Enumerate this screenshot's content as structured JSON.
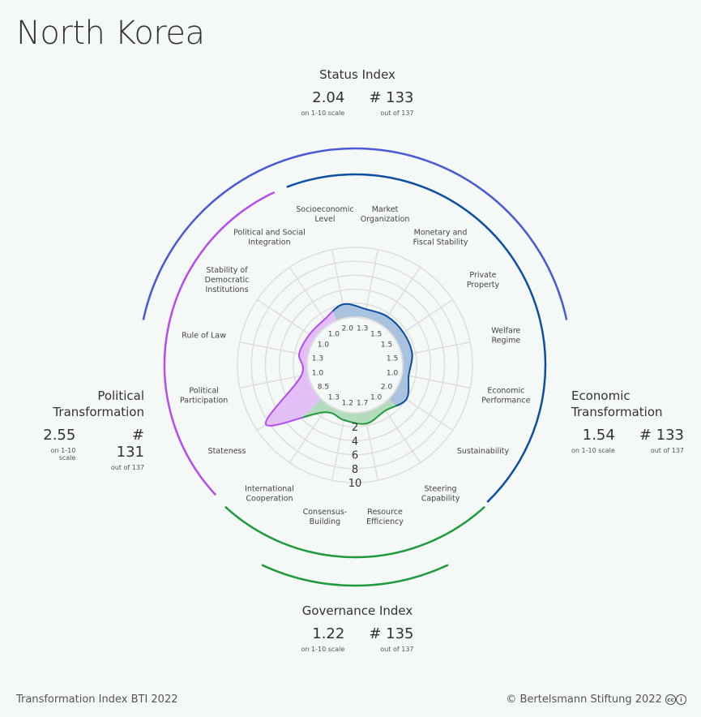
{
  "title": "North Korea",
  "status_index": {
    "name": "Status Index",
    "score": "2.04",
    "scale": "on 1-10 scale",
    "rank": "# 133",
    "out_of": "out of 137"
  },
  "political": {
    "name_lines": [
      "Political",
      "Transformation"
    ],
    "score": "2.55",
    "scale": "on 1-10 scale",
    "rank": "# 131",
    "out_of": "out of 137"
  },
  "economic": {
    "name_lines": [
      "Economic",
      "Transformation"
    ],
    "score": "1.54",
    "scale": "on 1-10 scale",
    "rank": "# 133",
    "out_of": "out of 137"
  },
  "governance_index": {
    "name": "Governance Index",
    "score": "1.22",
    "scale": "on 1-10 scale",
    "rank": "# 135",
    "out_of": "out of 137"
  },
  "footer": {
    "left": "Transformation Index BTI 2022",
    "right": "© Bertelsmann Stiftung 2022",
    "license_icon": "cc-by-icon"
  },
  "colors": {
    "economic": "#0b4ea2",
    "economic_fill": "#a9c2dd",
    "political": "#b44cf0",
    "political_fill": "#e2bff6",
    "governance": "#1e9a3a",
    "governance_fill": "#b3dcbd",
    "status_arc": "#4a58d6",
    "grid": "#dedede"
  },
  "chart_data": {
    "type": "radar",
    "scale_ticks": [
      "2",
      "4",
      "6",
      "8",
      "10"
    ],
    "range": [
      0,
      10
    ],
    "criteria": [
      {
        "label": [
          "Socioeconomic",
          "Level"
        ],
        "value": 2.0,
        "display": "2.0",
        "group": "economic"
      },
      {
        "label": [
          "Market",
          "Organization"
        ],
        "value": 1.3,
        "display": "1.3",
        "group": "economic"
      },
      {
        "label": [
          "Monetary and",
          "Fiscal Stability"
        ],
        "value": 1.5,
        "display": "1.5",
        "group": "economic"
      },
      {
        "label": [
          "Private",
          "Property"
        ],
        "value": 1.5,
        "display": "1.5",
        "group": "economic"
      },
      {
        "label": [
          "Welfare",
          "Regime"
        ],
        "value": 1.5,
        "display": "1.5",
        "group": "economic"
      },
      {
        "label": [
          "Economic",
          "Performance"
        ],
        "value": 1.0,
        "display": "1.0",
        "group": "economic"
      },
      {
        "label": [
          "Sustainability"
        ],
        "value": 2.0,
        "display": "2.0",
        "group": "economic"
      },
      {
        "label": [
          "Steering",
          "Capability"
        ],
        "value": 1.0,
        "display": "1.0",
        "group": "governance"
      },
      {
        "label": [
          "Resource",
          "Efficiency"
        ],
        "value": 1.7,
        "display": "1.7",
        "group": "governance"
      },
      {
        "label": [
          "Consensus-",
          "Building"
        ],
        "value": 1.2,
        "display": "1.2",
        "group": "governance"
      },
      {
        "label": [
          "International",
          "Cooperation"
        ],
        "value": 1.3,
        "display": "1.3",
        "group": "governance"
      },
      {
        "label": [
          "Stateness"
        ],
        "value": 8.5,
        "display": "8.5",
        "group": "political"
      },
      {
        "label": [
          "Political",
          "Participation"
        ],
        "value": 1.0,
        "display": "1.0",
        "group": "political"
      },
      {
        "label": [
          "Rule of Law"
        ],
        "value": 1.3,
        "display": "1.3",
        "group": "political"
      },
      {
        "label": [
          "Stability of",
          "Democratic",
          "Institutions"
        ],
        "value": 1.0,
        "display": "1.0",
        "group": "political"
      },
      {
        "label": [
          "Political and Social",
          "Integration"
        ],
        "value": 1.0,
        "display": "1.0",
        "group": "political"
      }
    ]
  }
}
